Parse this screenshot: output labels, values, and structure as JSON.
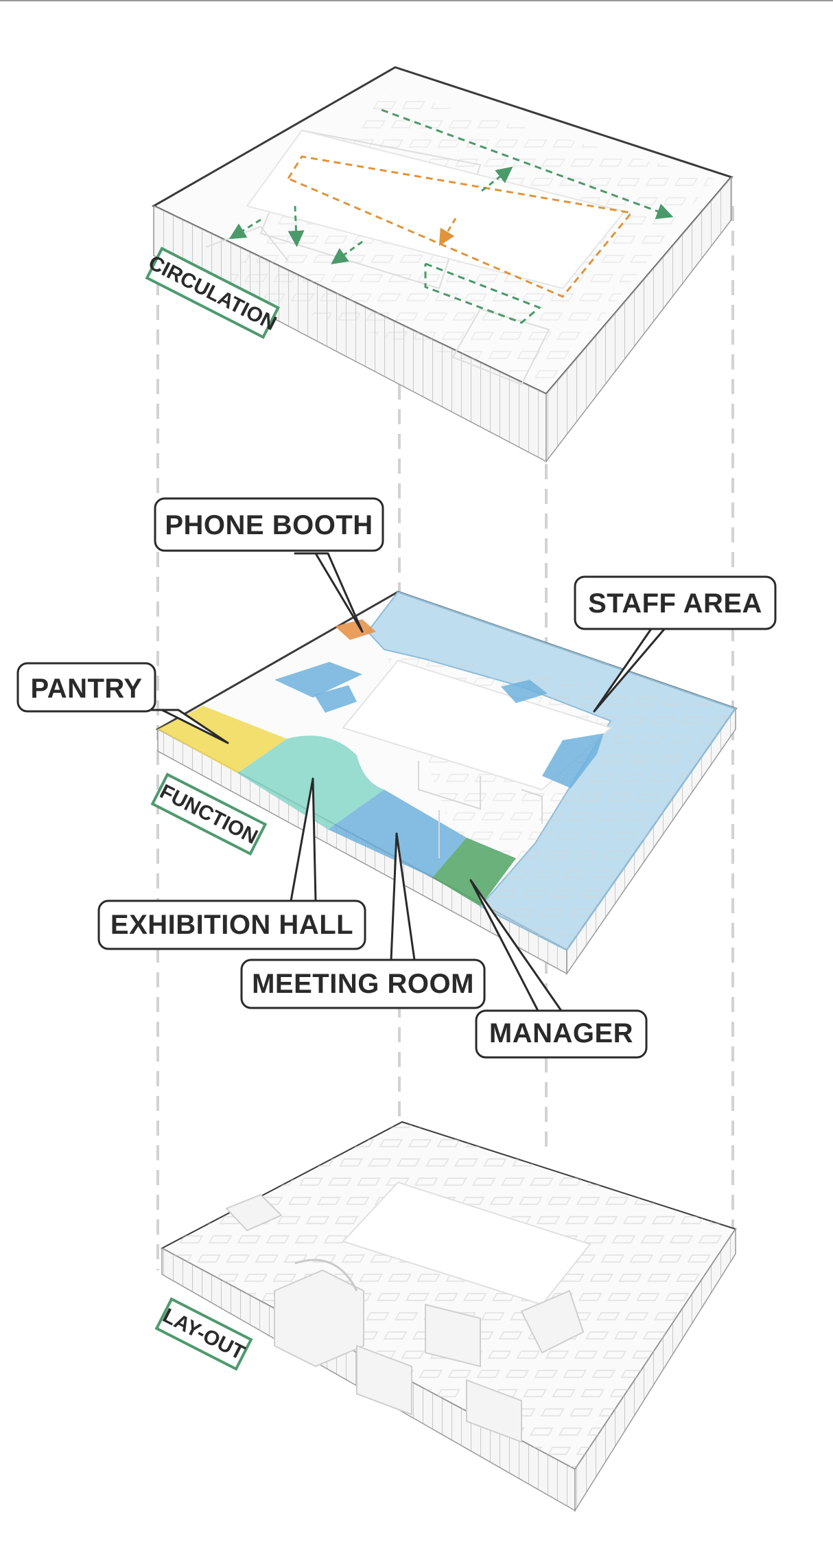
{
  "layers": [
    {
      "id": "circulation",
      "tag": "CIRCULATION"
    },
    {
      "id": "function",
      "tag": "FUNCTION"
    },
    {
      "id": "layout",
      "tag": "LAY-OUT"
    }
  ],
  "callouts": {
    "phone_booth": "PHONE BOOTH",
    "staff_area": "STAFF AREA",
    "pantry": "PANTRY",
    "exhibition_hall": "EXHIBITION HALL",
    "meeting_room": "MEETING ROOM",
    "manager": "MANAGER"
  },
  "colors": {
    "tag_border": "#4e9a6e",
    "staff_area": "#a9d3ea",
    "meeting_room": "#6fb1dc",
    "pantry": "#f2dc5e",
    "exhibition_hall": "#86d7c8",
    "manager": "#5aa86e",
    "phone_booth": "#e8944a",
    "circulation_path_orange": "#e0943a",
    "circulation_path_green": "#4a9a6a"
  }
}
